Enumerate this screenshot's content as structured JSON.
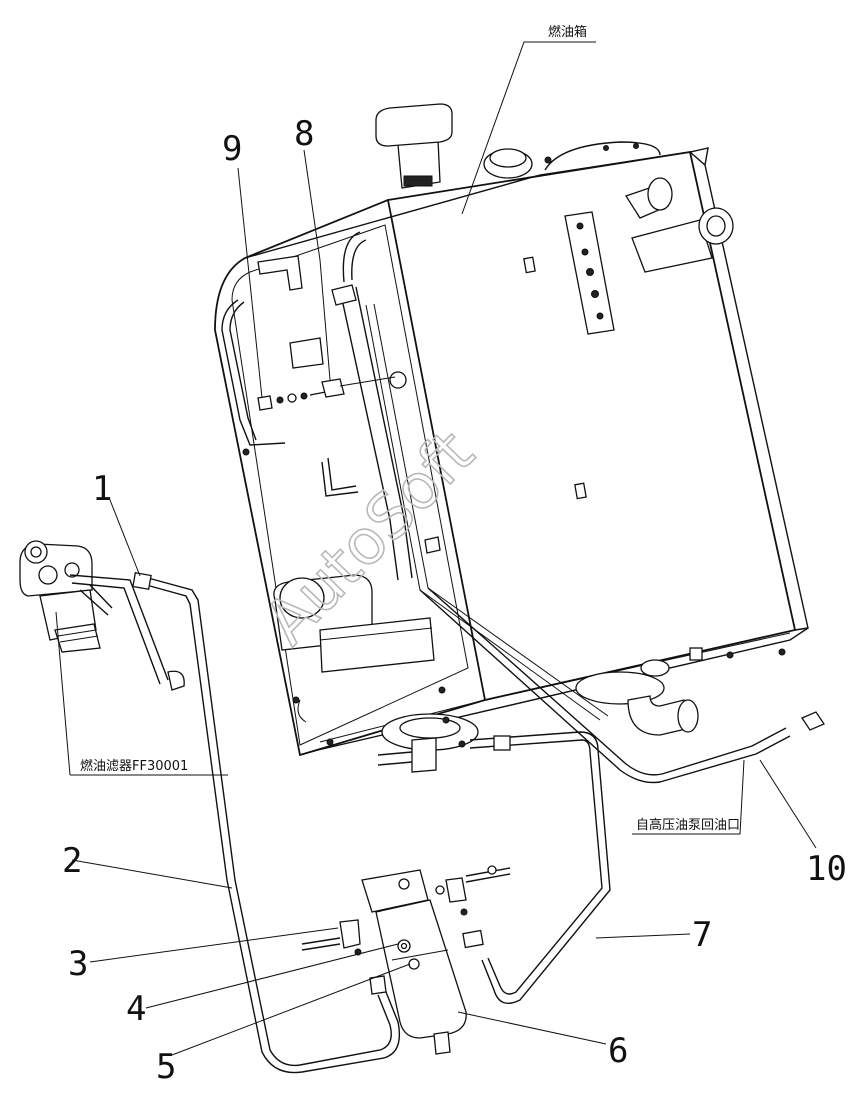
{
  "labels": {
    "fuel_tank": "燃油箱",
    "fuel_filter": "燃油滤器FF30001",
    "return_port": "自高压油泵回油口"
  },
  "callouts": [
    "1",
    "2",
    "3",
    "4",
    "5",
    "6",
    "7",
    "8",
    "9",
    "10"
  ],
  "watermark": "AutoSoft"
}
